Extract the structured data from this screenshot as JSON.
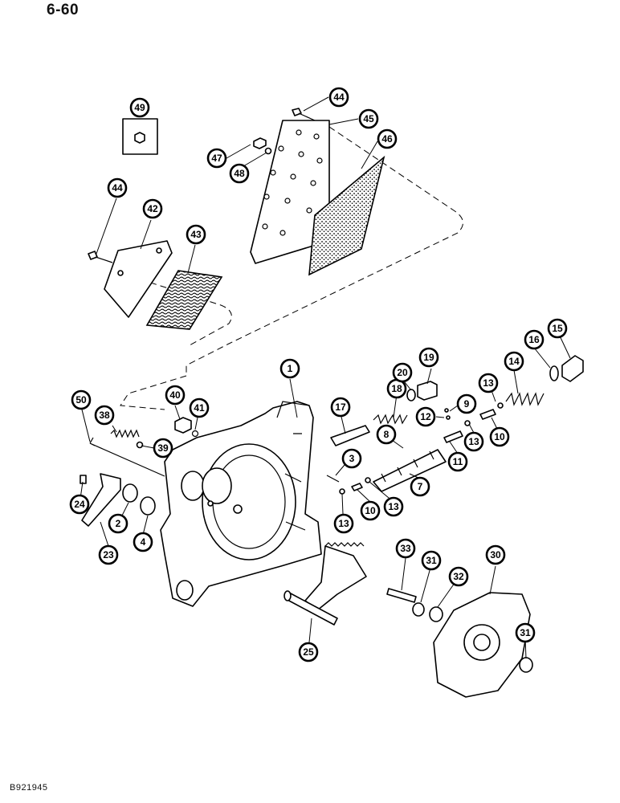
{
  "page": {
    "number": "6-60",
    "figure_code": "B921945"
  },
  "callouts": [
    {
      "id": "c49",
      "label": "49"
    },
    {
      "id": "c44a",
      "label": "44"
    },
    {
      "id": "c45",
      "label": "45"
    },
    {
      "id": "c46",
      "label": "46"
    },
    {
      "id": "c47",
      "label": "47"
    },
    {
      "id": "c48",
      "label": "48"
    },
    {
      "id": "c44b",
      "label": "44"
    },
    {
      "id": "c42",
      "label": "42"
    },
    {
      "id": "c43",
      "label": "43"
    },
    {
      "id": "c1",
      "label": "1"
    },
    {
      "id": "c40",
      "label": "40"
    },
    {
      "id": "c41",
      "label": "41"
    },
    {
      "id": "c50",
      "label": "50"
    },
    {
      "id": "c38",
      "label": "38"
    },
    {
      "id": "c39",
      "label": "39"
    },
    {
      "id": "c24",
      "label": "24"
    },
    {
      "id": "c2",
      "label": "2"
    },
    {
      "id": "c4",
      "label": "4"
    },
    {
      "id": "c23",
      "label": "23"
    },
    {
      "id": "c17",
      "label": "17"
    },
    {
      "id": "c18",
      "label": "18"
    },
    {
      "id": "c20",
      "label": "20"
    },
    {
      "id": "c19",
      "label": "19"
    },
    {
      "id": "c8",
      "label": "8"
    },
    {
      "id": "c3",
      "label": "3"
    },
    {
      "id": "c7",
      "label": "7"
    },
    {
      "id": "c13a",
      "label": "13"
    },
    {
      "id": "c10a",
      "label": "10"
    },
    {
      "id": "c13b",
      "label": "13"
    },
    {
      "id": "c9",
      "label": "9"
    },
    {
      "id": "c12",
      "label": "12"
    },
    {
      "id": "c11",
      "label": "11"
    },
    {
      "id": "c13c",
      "label": "13"
    },
    {
      "id": "c13d",
      "label": "13"
    },
    {
      "id": "c10b",
      "label": "10"
    },
    {
      "id": "c14",
      "label": "14"
    },
    {
      "id": "c16",
      "label": "16"
    },
    {
      "id": "c15",
      "label": "15"
    },
    {
      "id": "c33",
      "label": "33"
    },
    {
      "id": "c31a",
      "label": "31"
    },
    {
      "id": "c32",
      "label": "32"
    },
    {
      "id": "c30",
      "label": "30"
    },
    {
      "id": "c25",
      "label": "25"
    },
    {
      "id": "c31b",
      "label": "31"
    }
  ]
}
